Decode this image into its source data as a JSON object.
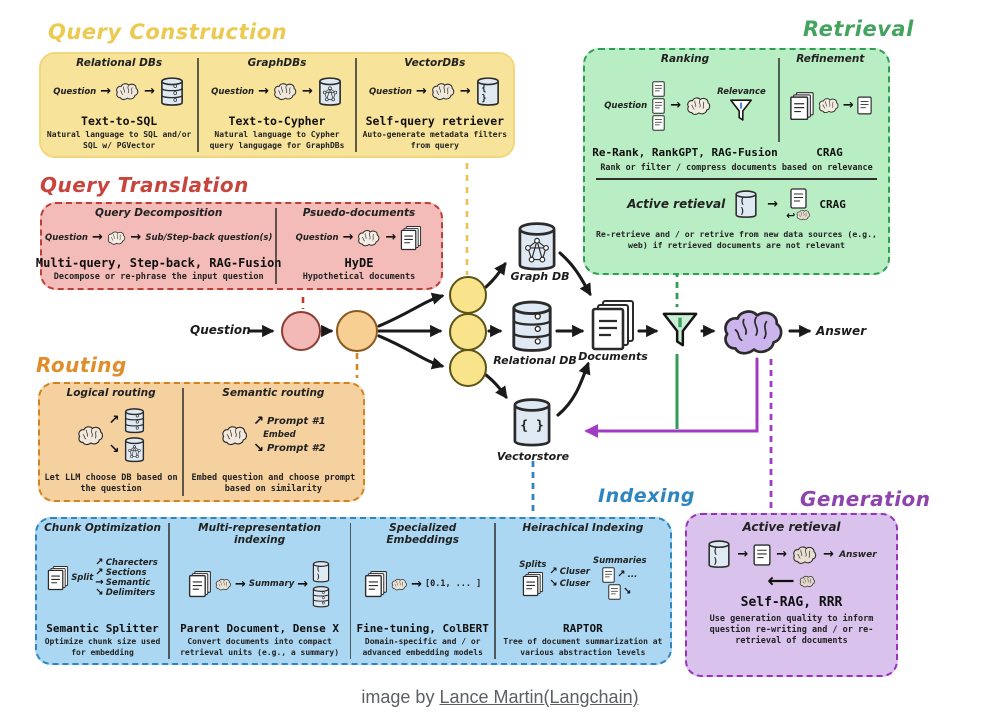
{
  "colors": {
    "yellow_title": "#ecc94f",
    "yellow_fill": "#f8e39b",
    "red_title": "#c8453d",
    "pink_fill": "#f4bcb8",
    "red_border": "#bf3e35",
    "orange_title": "#df8e2b",
    "orange_fill": "#f6d1a0",
    "orange_border": "#d2821f",
    "green_title": "#44a35f",
    "green_fill": "#b9edc3",
    "green_border": "#2f9e54",
    "blue_title": "#2e86c1",
    "blue_fill": "#abd7f2",
    "blue_border": "#2e86c1",
    "purple_title": "#8e44ad",
    "purple_fill": "#d9c2ec",
    "purple_border": "#9b30c0",
    "brain_main": "#cbb5ec",
    "db_fill": "#dfe9f3"
  },
  "main_flow": {
    "question_label": "Question",
    "graph_db_label": "Graph DB",
    "relational_db_label": "Relational DB",
    "vectorstore_label": "Vectorstore",
    "vectorstore_glyph": "{ }",
    "documents_label": "Documents",
    "answer_label": "Answer"
  },
  "query_construction": {
    "title": "Query Construction",
    "columns": [
      {
        "header": "Relational DBs",
        "flow_from": "Question",
        "name": "Text-to-SQL",
        "desc": "Natural language to SQL and/or SQL w/ PGVector"
      },
      {
        "header": "GraphDBs",
        "flow_from": "Question",
        "name": "Text-to-Cypher",
        "desc": "Natural language to Cypher query langugage for GraphDBs"
      },
      {
        "header": "VectorDBs",
        "flow_from": "Question",
        "icon_glyph": "{ }",
        "name": "Self-query retriever",
        "desc": "Auto-generate metadata filters from query"
      }
    ]
  },
  "query_translation": {
    "title": "Query Translation",
    "columns": [
      {
        "header": "Query Decomposition",
        "flow_from": "Question",
        "flow_to": "Sub/Step-back question(s)",
        "name": "Multi-query, Step-back, RAG-Fusion",
        "desc": "Decompose or re-phrase the input question"
      },
      {
        "header": "Psuedo-documents",
        "flow_from": "Question",
        "name": "HyDE",
        "desc": "Hypothetical documents"
      }
    ]
  },
  "routing": {
    "title": "Routing",
    "columns": [
      {
        "header": "Logical routing",
        "desc": "Let LLM choose DB based on the question"
      },
      {
        "header": "Semantic routing",
        "prompt1": "Prompt #1",
        "embed": "Embed",
        "prompt2": "Prompt #2",
        "desc": "Embed question and choose prompt based on similarity"
      }
    ]
  },
  "retrieval": {
    "title": "Retrieval",
    "ranking": {
      "header": "Ranking",
      "flow_from": "Question",
      "relevance": "Relevance",
      "name": "Re-Rank, RankGPT, RAG-Fusion"
    },
    "refinement": {
      "header": "Refinement",
      "name": "CRAG"
    },
    "caption": "Rank or filter / compress documents based on relevance",
    "active": {
      "header": "Active retieval",
      "icon_glyph": "( )",
      "name": "CRAG",
      "desc": "Re-retrieve and / or retrive from new data sources (e.g., web) if retrieved documents are not relevant"
    }
  },
  "indexing": {
    "title": "Indexing",
    "columns": [
      {
        "header": "Chunk Optimization",
        "split": "Split",
        "branches": [
          "Charecters",
          "Sections",
          "Semantic",
          "Delimiters"
        ],
        "name": "Semantic Splitter",
        "desc": "Optimize chunk size used for embedding"
      },
      {
        "header": "Multi-representation indexing",
        "summary": "Summary",
        "icon_glyph": "( )",
        "name": "Parent Document, Dense X",
        "desc": "Convert documents into compact retrieval units (e.g., a summary)"
      },
      {
        "header": "Specialized Embeddings",
        "vector": "[0.1, ... ]",
        "name": "Fine-tuning, ColBERT",
        "desc": "Domain-specific and / or advanced embedding models"
      },
      {
        "header": "Heirachical Indexing",
        "splits": "Splits",
        "summaries": "Summaries",
        "cluster1": "Cluser",
        "cluster2": "Cluser",
        "more": "...",
        "name": "RAPTOR",
        "desc": "Tree of document summarization at various abstraction levels"
      }
    ]
  },
  "generation": {
    "title": "Generation",
    "header": "Active retieval",
    "icon_glyph": "( )",
    "answer": "Answer",
    "name": "Self-RAG, RRR",
    "desc": "Use generation quality to inform question re-writing and / or re-retrieval of documents"
  },
  "footer": {
    "prefix": "image by ",
    "link": "Lance Martin(Langchain)"
  }
}
